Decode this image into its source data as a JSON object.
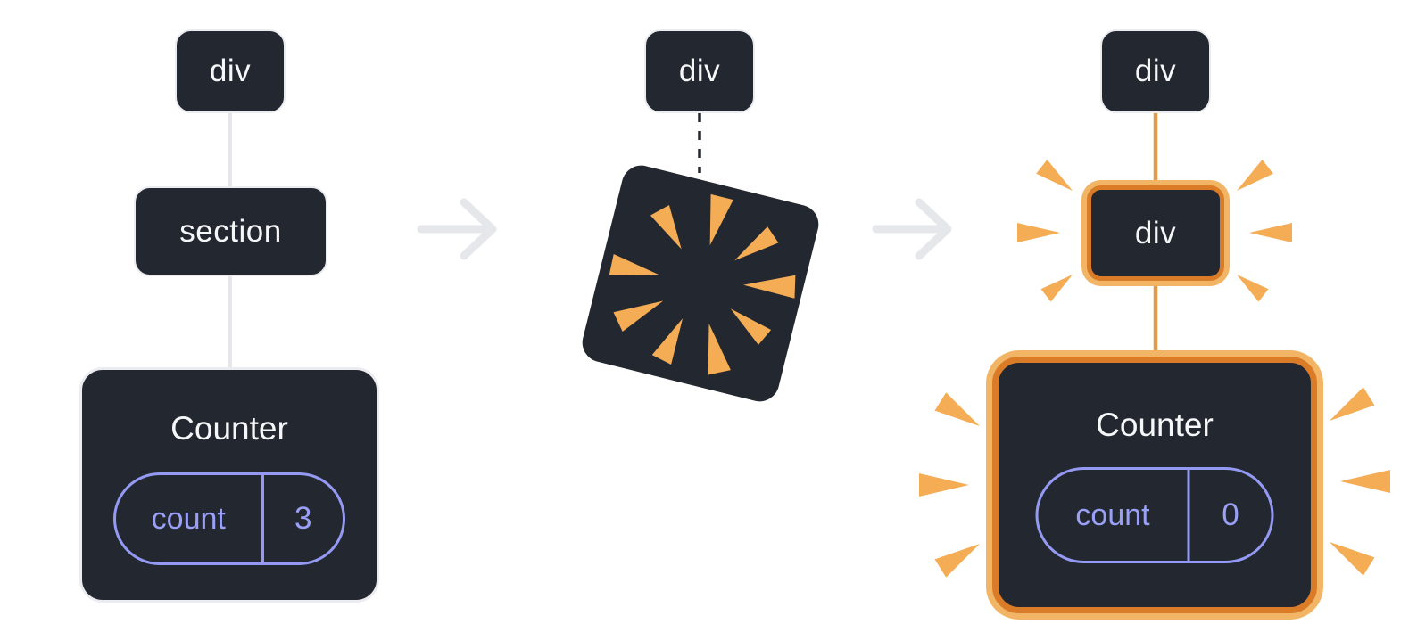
{
  "colors": {
    "background": "#ffffff",
    "node-fill": "#23272f",
    "node-border": "#ebecf0",
    "node-text": "#f6f7f9",
    "line": "#e6e7eb",
    "arrow": "#e6e7eb",
    "dash": "#23272f",
    "orange-border": "#d97b27",
    "orange-halo": "#f2b566",
    "orange-line": "#e29a4a",
    "spark": "#f4ac55",
    "pill-border": "#949af3",
    "pill-text": "#9aa0f5"
  },
  "before": {
    "root_label": "div",
    "child_label": "section",
    "component": {
      "title": "Counter",
      "state_key": "count",
      "state_value": "3"
    }
  },
  "transition": {
    "root_label": "div"
  },
  "after": {
    "root_label": "div",
    "child_label": "div",
    "component": {
      "title": "Counter",
      "state_key": "count",
      "state_value": "0"
    }
  }
}
